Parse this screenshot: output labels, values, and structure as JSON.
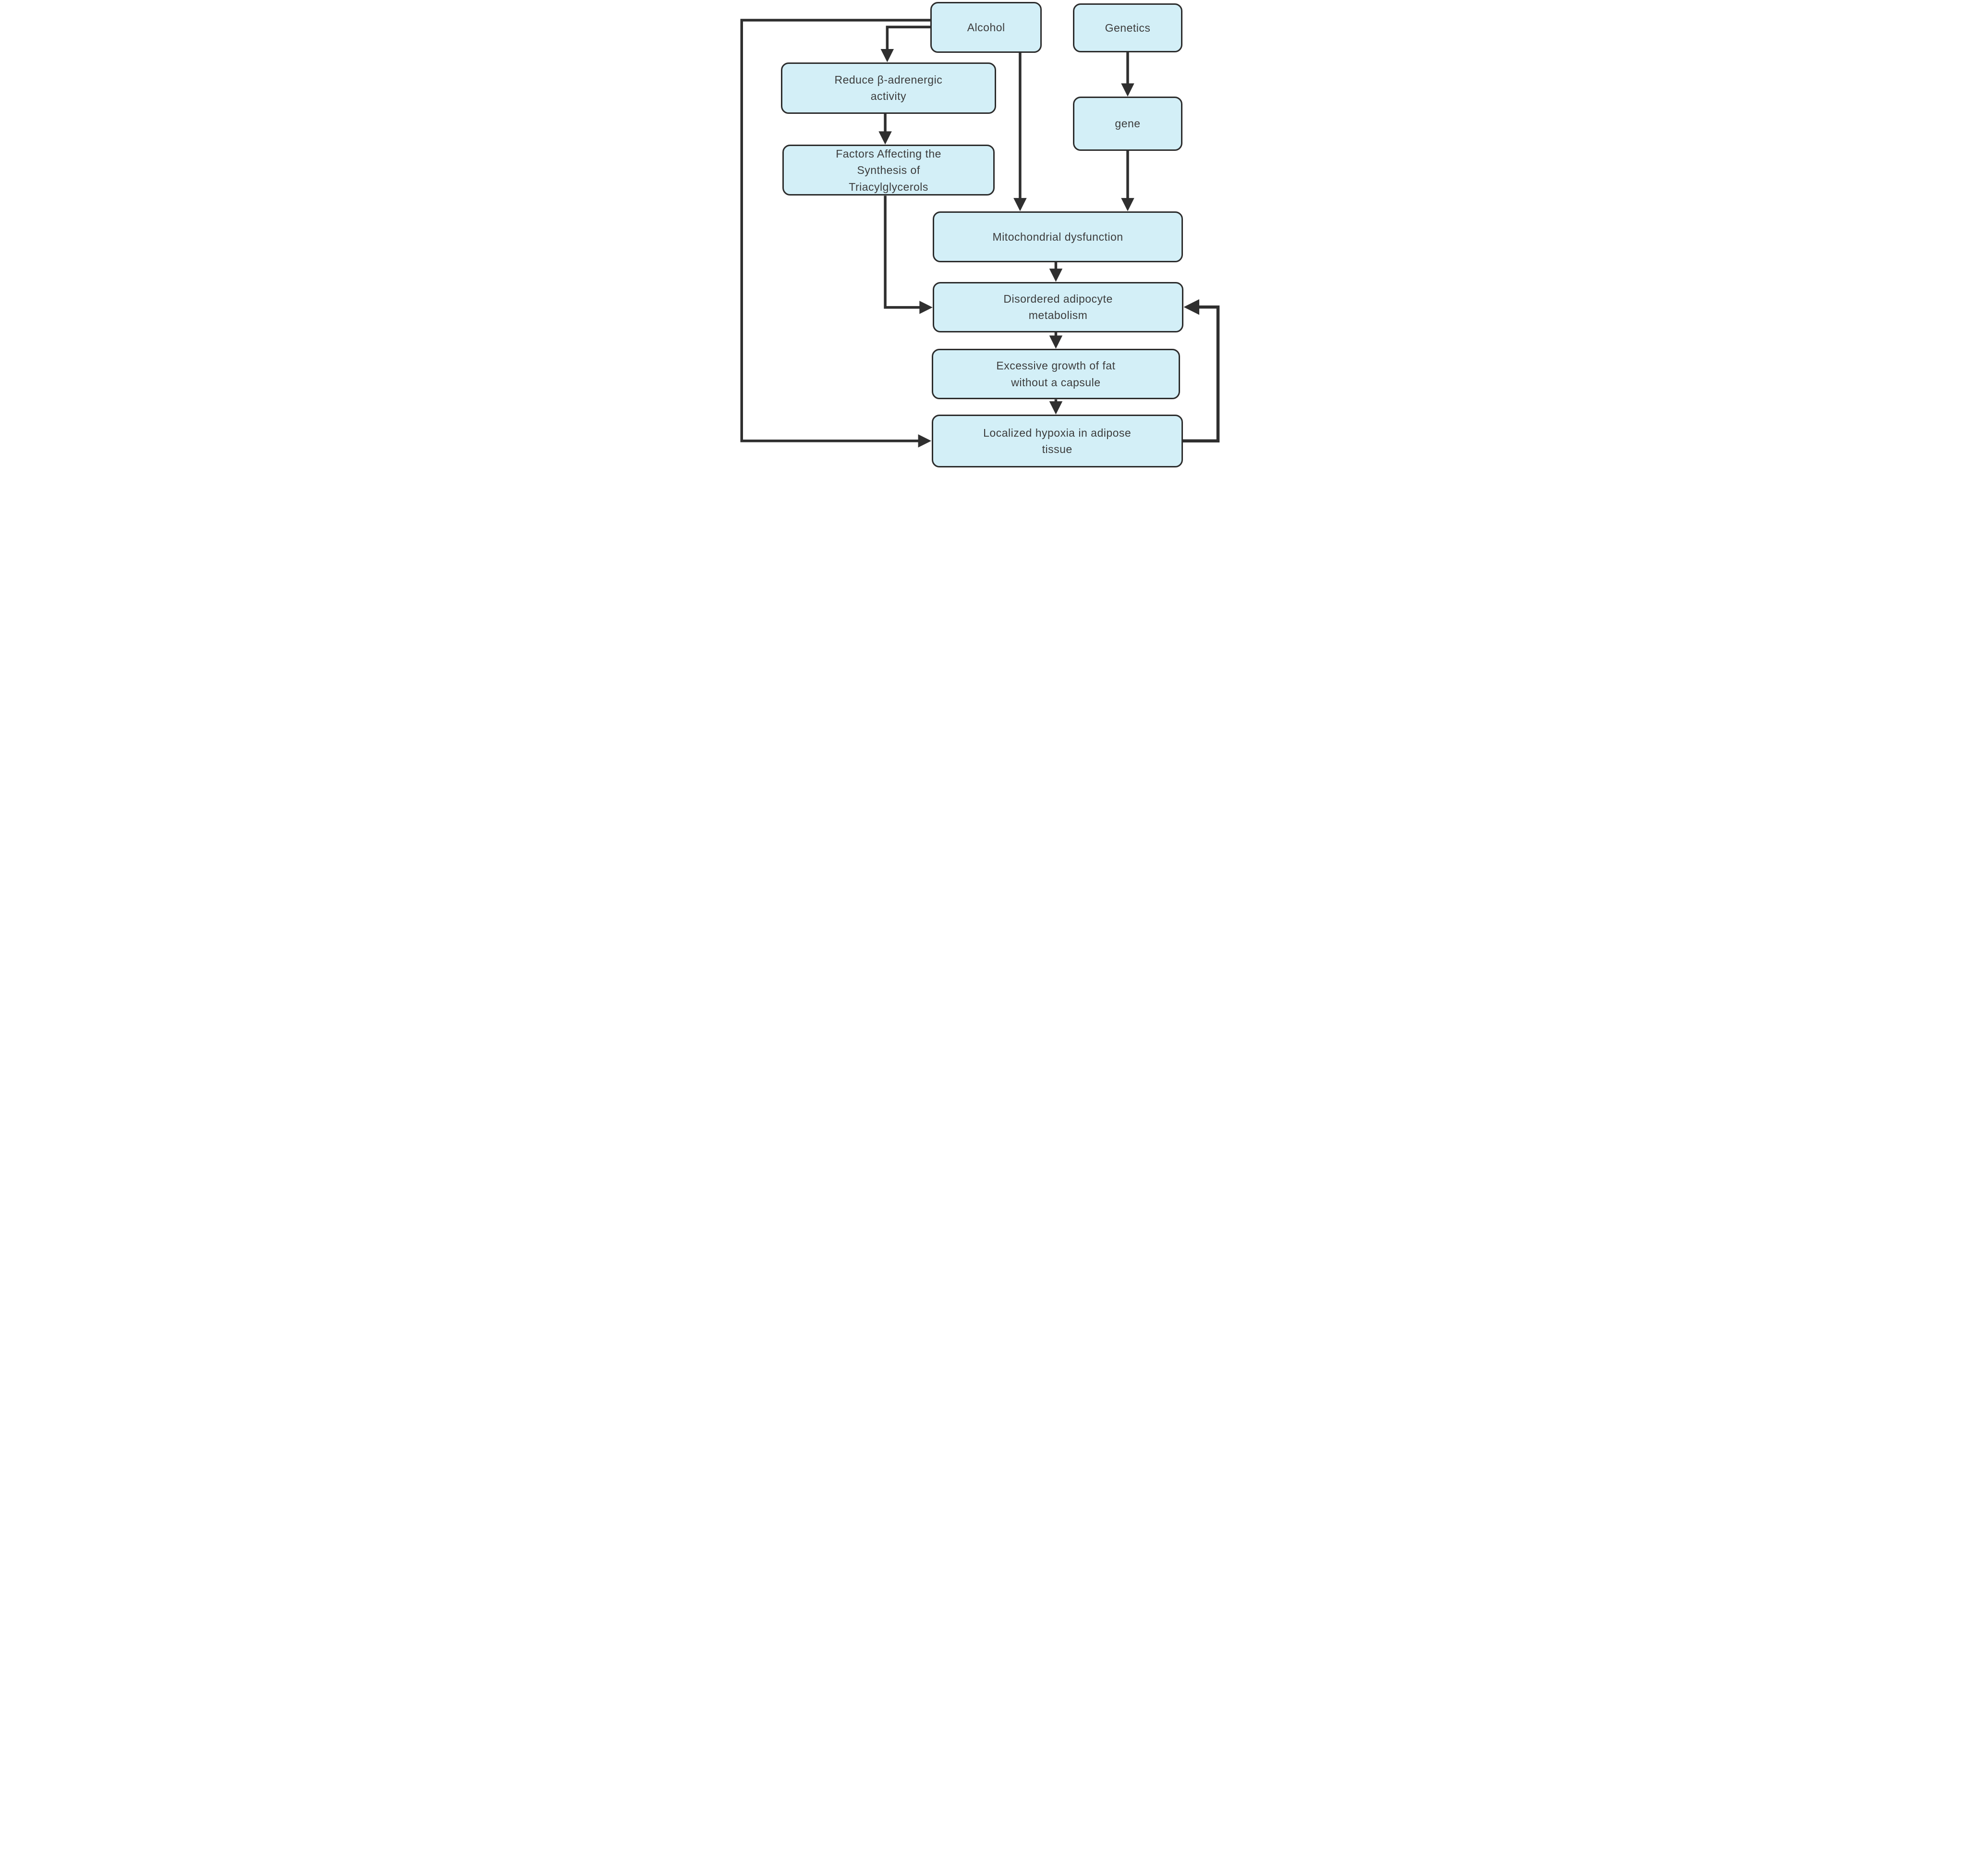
{
  "diagram": {
    "type": "flowchart",
    "background_color": "#ffffff",
    "node_fill_color": "#d3eff7",
    "node_border_color": "#2c2c2c",
    "node_text_color": "#3c3c3c",
    "arrow_color": "#2f2f2f",
    "nodes": {
      "alcohol": {
        "lines": [
          "Alcohol"
        ]
      },
      "genetics": {
        "lines": [
          "Genetics"
        ]
      },
      "reduce": {
        "lines": [
          "Reduce β-adrenergic",
          "activity"
        ]
      },
      "gene": {
        "lines": [
          "gene"
        ]
      },
      "factors": {
        "lines": [
          "Factors Affecting the",
          "Synthesis of",
          "Triacylglycerols"
        ]
      },
      "mitochondrial": {
        "lines": [
          "Mitochondrial dysfunction"
        ]
      },
      "disordered": {
        "lines": [
          "Disordered adipocyte",
          "metabolism"
        ]
      },
      "excessive": {
        "lines": [
          "Excessive growth of fat",
          "without a capsule"
        ]
      },
      "localized": {
        "lines": [
          "Localized hypoxia in adipose",
          "tissue"
        ]
      }
    },
    "edges": [
      {
        "from": "alcohol",
        "to": "reduce"
      },
      {
        "from": "alcohol",
        "to": "mitochondrial"
      },
      {
        "from": "alcohol",
        "to": "localized"
      },
      {
        "from": "genetics",
        "to": "gene"
      },
      {
        "from": "gene",
        "to": "mitochondrial"
      },
      {
        "from": "reduce",
        "to": "factors"
      },
      {
        "from": "factors",
        "to": "disordered"
      },
      {
        "from": "mitochondrial",
        "to": "disordered"
      },
      {
        "from": "disordered",
        "to": "excessive"
      },
      {
        "from": "excessive",
        "to": "localized"
      },
      {
        "from": "localized",
        "to": "disordered"
      }
    ]
  }
}
